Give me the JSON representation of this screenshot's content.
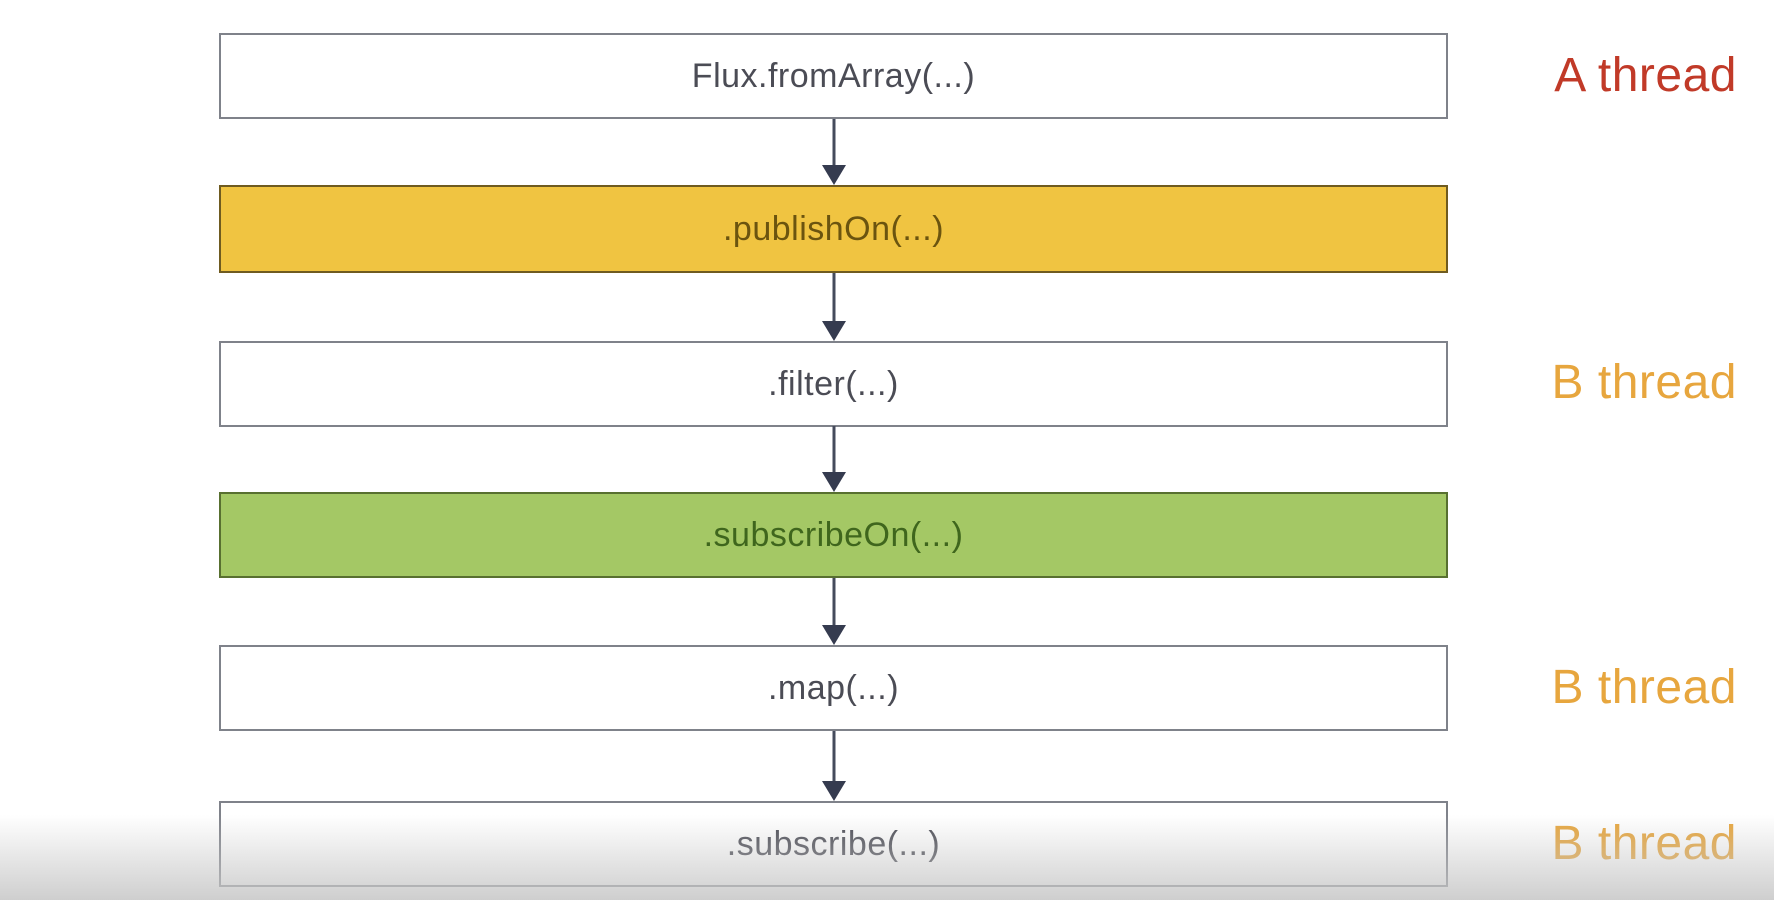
{
  "diagram": {
    "nodes": [
      {
        "id": "flux-from-array",
        "label": "Flux.fromArray(...)",
        "variant": "plain"
      },
      {
        "id": "publish-on",
        "label": ".publishOn(...)",
        "variant": "yellow-highlight"
      },
      {
        "id": "filter",
        "label": ".filter(...)",
        "variant": "plain"
      },
      {
        "id": "subscribe-on",
        "label": ".subscribeOn(...)",
        "variant": "green-highlight"
      },
      {
        "id": "map",
        "label": ".map(...)",
        "variant": "plain"
      },
      {
        "id": "subscribe",
        "label": ".subscribe(...)",
        "variant": "plain"
      }
    ],
    "edges": [
      {
        "from": "flux-from-array",
        "to": "publish-on"
      },
      {
        "from": "publish-on",
        "to": "filter"
      },
      {
        "from": "filter",
        "to": "subscribe-on"
      },
      {
        "from": "subscribe-on",
        "to": "map"
      },
      {
        "from": "map",
        "to": "subscribe"
      }
    ],
    "thread_labels": [
      {
        "text": "A thread",
        "color": "#c13a28",
        "aligned_to": "flux-from-array"
      },
      {
        "text": "B thread",
        "color": "#e7a63e",
        "aligned_to": "filter"
      },
      {
        "text": "B thread",
        "color": "#e7a63e",
        "aligned_to": "map"
      },
      {
        "text": "B thread",
        "color": "#e7a63e",
        "aligned_to": "subscribe"
      }
    ],
    "colors": {
      "publish_on_fill": "#f0c441",
      "publish_on_border": "#6f5b20",
      "publish_on_text": "#6b540f",
      "subscribe_on_fill": "#a4c865",
      "subscribe_on_border": "#587030",
      "subscribe_on_text": "#3f661d",
      "plain_box_border": "#7f828a",
      "plain_box_text": "#4b4c55",
      "arrow": "#353b4f",
      "thread_a_label": "#c13a28",
      "thread_b_label": "#e7a63e"
    }
  }
}
